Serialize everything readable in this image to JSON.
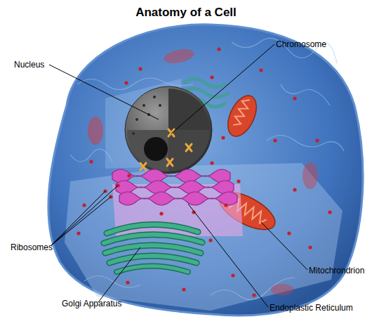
{
  "diagram": {
    "title": "Anatomy of a Cell",
    "labels": [
      "Chromosome",
      "Nucleus",
      "Ribosomes",
      "Mitochrondrion",
      "Golgi Apparatus",
      "Endoplastic Reticulum"
    ]
  }
}
